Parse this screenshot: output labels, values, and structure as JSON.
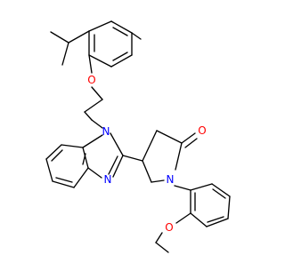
{
  "molecule": {
    "atom_labels": {
      "ether_oxygen_top": "O",
      "benzimidazole_n1": "N",
      "benzimidazole_n3": "N",
      "lactam_nitrogen": "N",
      "carbonyl_oxygen": "O",
      "ethoxy_oxygen": "O"
    },
    "colors": {
      "bond": "#000000",
      "oxygen": "#ff0000",
      "nitrogen": "#0000ff",
      "background": "#ffffff"
    }
  }
}
